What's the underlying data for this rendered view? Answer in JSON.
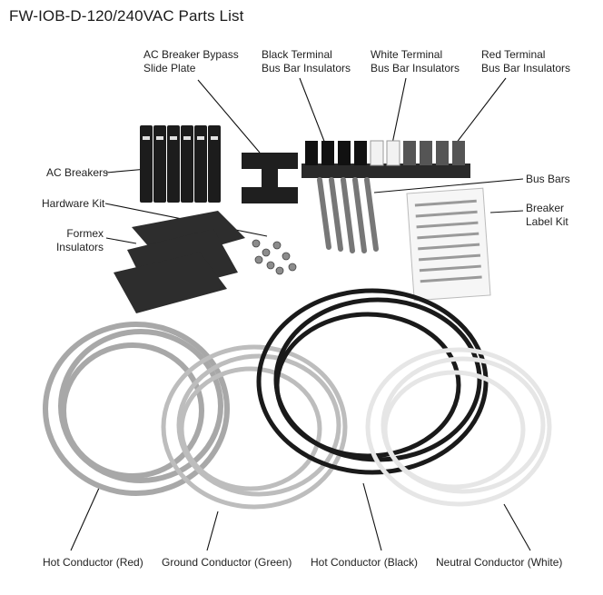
{
  "title": "FW-IOB-D-120/240VAC Parts List",
  "labels": {
    "ac_breaker_bypass": [
      "AC Breaker Bypass",
      "Slide Plate"
    ],
    "black_terminal": [
      "Black Terminal",
      "Bus Bar Insulators"
    ],
    "white_terminal": [
      "White Terminal",
      "Bus Bar Insulators"
    ],
    "red_terminal": [
      "Red Terminal",
      "Bus Bar Insulators"
    ],
    "ac_breakers": "AC Breakers",
    "hardware_kit": "Hardware Kit",
    "formex_insulators": [
      "Formex",
      "Insulators"
    ],
    "bus_bars": "Bus Bars",
    "breaker_label_kit": [
      "Breaker",
      "Label Kit"
    ],
    "hot_red": "Hot Conductor (Red)",
    "ground_green": "Ground Conductor (Green)",
    "hot_black": "Hot Conductor (Black)",
    "neutral_white": "Neutral Conductor (White)"
  }
}
